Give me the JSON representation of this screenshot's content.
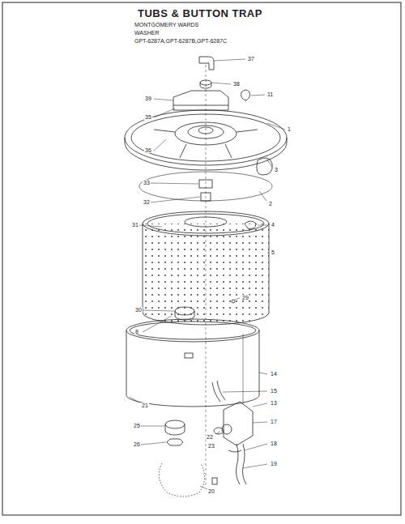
{
  "diagram": {
    "title": "TUBS & BUTTON TRAP",
    "labels": [
      "MONTGOMERY WARDS",
      "WASHER",
      "GPT-6287A,GPT-6287B,GPT-6287C",
      "37",
      "38",
      "39",
      "35",
      "11",
      "1",
      "36",
      "3",
      "33",
      "32",
      "2",
      "31",
      "4",
      "5",
      "30",
      "29",
      "8",
      "14",
      "21",
      "15",
      "13",
      "25",
      "26",
      "22",
      "23",
      "17",
      "18",
      "19",
      "20"
    ]
  }
}
